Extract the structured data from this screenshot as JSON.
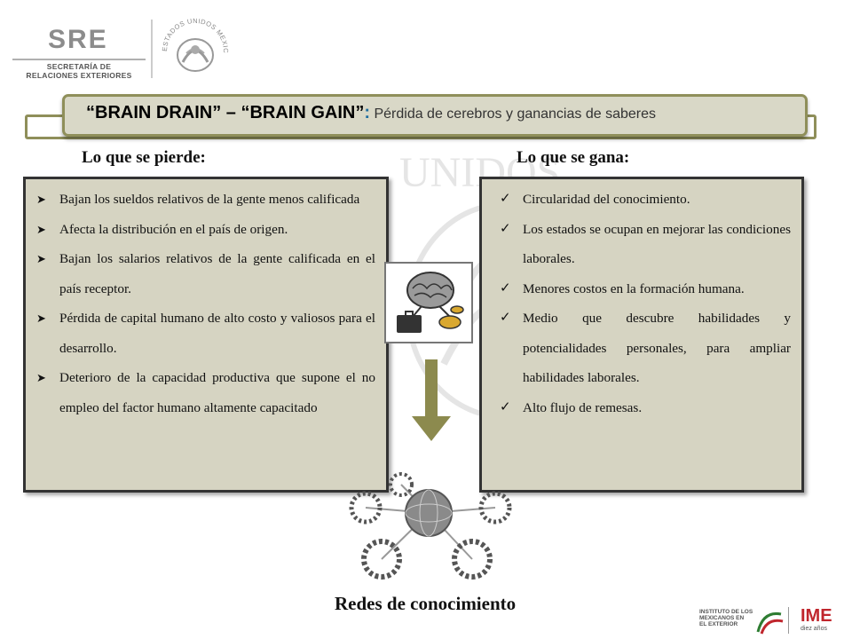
{
  "header": {
    "agency_abbr": "SRE",
    "agency_line1": "SECRETARÍA DE",
    "agency_line2": "RELACIONES EXTERIORES",
    "seal_text": "ESTADOS UNIDOS MEXICANOS"
  },
  "banner": {
    "title_part1": "“BRAIN DRAIN” – “BRAIN GAIN”",
    "title_colon": ":",
    "subtitle": " Pérdida de cerebros y ganancias de saberes"
  },
  "left": {
    "heading": "Lo que se pierde:",
    "items": [
      "Bajan los sueldos relativos de la gente menos calificada",
      "Afecta la distribución en el país de origen.",
      "Bajan los salarios relativos de la gente calificada en el país receptor.",
      "Pérdida de capital humano de alto costo y valiosos para el desarrollo.",
      "Deterioro de la capacidad productiva que supone el no empleo del factor humano altamente capacitado"
    ]
  },
  "right": {
    "heading": "Lo que se gana:",
    "items": [
      "Circularidad del conocimiento.",
      "Los estados se ocupan en mejorar las condiciones laborales.",
      "Menores costos en la formación humana.",
      "Medio que descubre habilidades y potencialidades personales, para ampliar habilidades laborales.",
      "Alto flujo de remesas."
    ]
  },
  "footer": {
    "network_label": "Redes de conocimiento",
    "ime_line1": "INSTITUTO DE LOS",
    "ime_line2": "MEXICANOS EN",
    "ime_line3": "EL EXTERIOR",
    "ime_mark": "IME",
    "ime_tag": "diez años"
  },
  "colors": {
    "panel_bg": "#d6d4c2",
    "banner_border": "#8f8f5a",
    "accent_blue": "#1f6ea0",
    "arrow": "#8c8a4e",
    "ime_red": "#c0262d"
  },
  "icons": [
    "arrow-bullet-icon",
    "checkmark-icon",
    "brain-briefcase-illustration",
    "down-arrow-icon",
    "globe-network-illustration",
    "mexican-seal-icon"
  ]
}
